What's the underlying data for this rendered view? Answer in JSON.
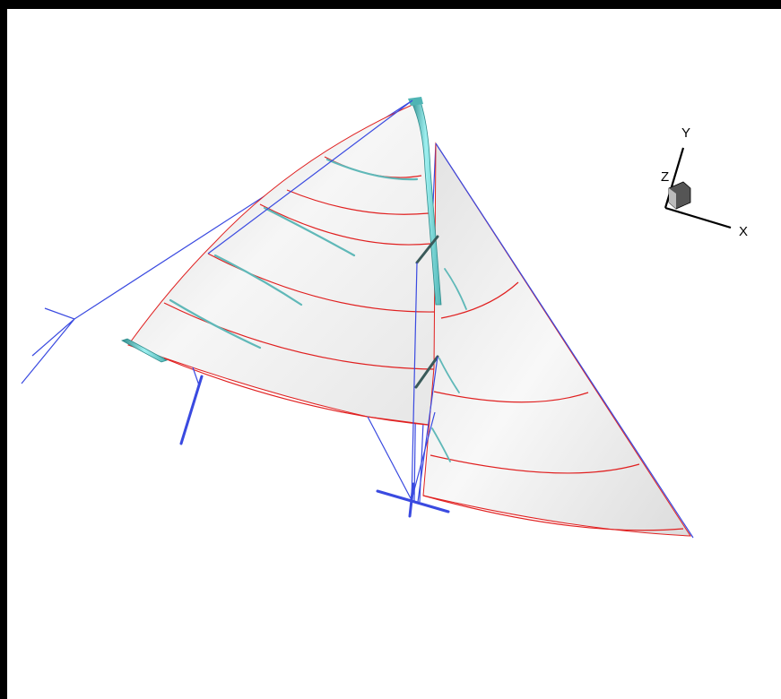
{
  "viewport": {
    "background": "#ffffff",
    "frame": "#000000"
  },
  "colors": {
    "sail_fill": "#f2f2f2",
    "sail_shade": "#d8d8d8",
    "stripe": "#e02020",
    "rigging": "#3a4ae0",
    "spar": "#7fe0e0",
    "spar_dark": "#2f8c8c",
    "tufts": "#5fb8b8",
    "spreader": "#3a5a5a"
  },
  "triad": {
    "x_label": "X",
    "y_label": "Y",
    "z_label": "Z"
  }
}
